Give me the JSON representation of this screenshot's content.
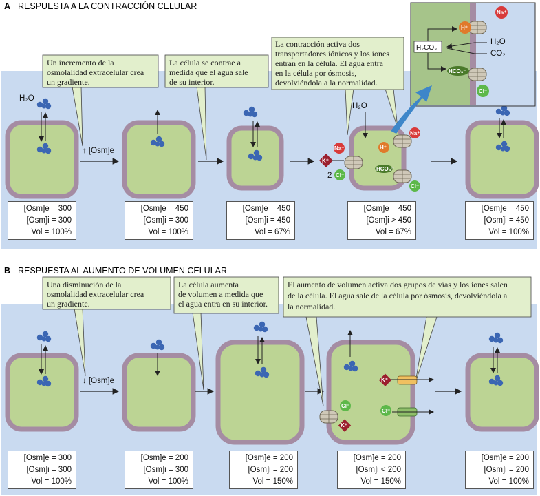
{
  "panel_a": {
    "letter": "A",
    "title": "RESPUESTA A LA CONTRACCIÓN CELULAR",
    "callouts": [
      [
        "Un incremento de la",
        "osmolalidad extracelular crea",
        "un gradiente."
      ],
      [
        "La célula se contrae a",
        "medida que el agua sale",
        "de su interior."
      ],
      [
        "La contracción activa dos",
        "transportadores iónicos y los iones",
        "entran en la célula. El agua entra",
        "en la célula por ósmosis,",
        "devolviéndola a la normalidad."
      ]
    ],
    "stimulus": "↑ [Osm]e",
    "water_label": "H₂O",
    "stats": [
      {
        "e": "[Osm]e = 300",
        "i": "[Osm]i = 300",
        "v": "Vol = 100%"
      },
      {
        "e": "[Osm]e = 450",
        "i": "[Osm]i = 300",
        "v": "Vol = 100%"
      },
      {
        "e": "[Osm]e = 450",
        "i": "[Osm]i = 450",
        "v": "Vol = 67%"
      },
      {
        "e": "[Osm]e = 450",
        "i": "[Osm]i > 450",
        "v": "Vol = 67%"
      },
      {
        "e": "[Osm]e = 450",
        "i": "[Osm]i = 450",
        "v": "Vol = 100%"
      }
    ],
    "ions": {
      "na": "Na⁺",
      "k": "K⁺",
      "cl": "Cl⁻",
      "h": "H⁺",
      "hco3": "HCO₃⁻",
      "two": "2"
    },
    "inset": {
      "h2co3": "H₂CO₃",
      "h2o": "H₂O",
      "co2": "CO₂",
      "hco3": "HCO₃⁻",
      "na": "Na⁺",
      "h": "H⁺",
      "cl": "Cl⁻"
    }
  },
  "panel_b": {
    "letter": "B",
    "title": "RESPUESTA AL AUMENTO DE VOLUMEN CELULAR",
    "callouts": [
      [
        "Una disminución de la",
        "osmolalidad extracelular crea",
        "un gradiente."
      ],
      [
        "La célula aumenta",
        "de volumen a medida que",
        "el agua entra en su interior."
      ],
      [
        "El aumento de volumen activa dos grupos de vías y los iones salen",
        "de la célula. El agua sale de la célula por ósmosis, devolviéndola a",
        "la normalidad."
      ]
    ],
    "stimulus": "↓ [Osm]e",
    "stats": [
      {
        "e": "[Osm]e = 300",
        "i": "[Osm]i = 300",
        "v": "Vol = 100%"
      },
      {
        "e": "[Osm]e = 200",
        "i": "[Osm]i = 300",
        "v": "Vol = 100%"
      },
      {
        "e": "[Osm]e = 200",
        "i": "[Osm]i = 200",
        "v": "Vol = 150%"
      },
      {
        "e": "[Osm]e = 200",
        "i": "[Osm]i < 200",
        "v": "Vol = 150%"
      },
      {
        "e": "[Osm]e = 200",
        "i": "[Osm]i = 200",
        "v": "Vol = 100%"
      }
    ],
    "ions": {
      "k": "K⁺",
      "cl": "Cl⁻"
    }
  },
  "colors": {
    "bg_blue": "#c9daf0",
    "membrane": "#a58ca3",
    "cytoplasm": "#bcd494",
    "callout": "#e2efcc",
    "water": "#3b66b3",
    "na": "#d83a3a",
    "k": "#9b1f2e",
    "cl": "#5db84a",
    "h": "#e07a2b",
    "hco3": "#4a7a2a"
  }
}
